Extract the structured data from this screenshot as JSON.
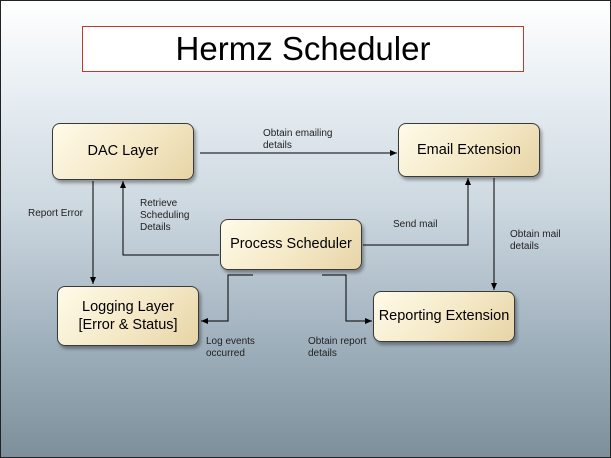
{
  "title": "Hermz Scheduler",
  "nodes": {
    "dac_layer": "DAC Layer",
    "email_extension": "Email Extension",
    "process_scheduler": "Process Scheduler",
    "logging_layer": "Logging Layer\n[Error & Status]",
    "reporting_extension": "Reporting Extension"
  },
  "edge_labels": {
    "obtain_emailing_details": "Obtain emailing\ndetails",
    "report_error": "Report Error",
    "retrieve_scheduling_details": "Retrieve\nScheduling\nDetails",
    "send_mail": "Send  mail",
    "obtain_mail_details": "Obtain mail\ndetails",
    "log_events_occurred": "Log events\noccurred",
    "obtain_report_details": "Obtain report\ndetails"
  },
  "colors": {
    "title_border": "#c0392b",
    "node_fill": "#f4e8c6",
    "edge": "#000000"
  }
}
